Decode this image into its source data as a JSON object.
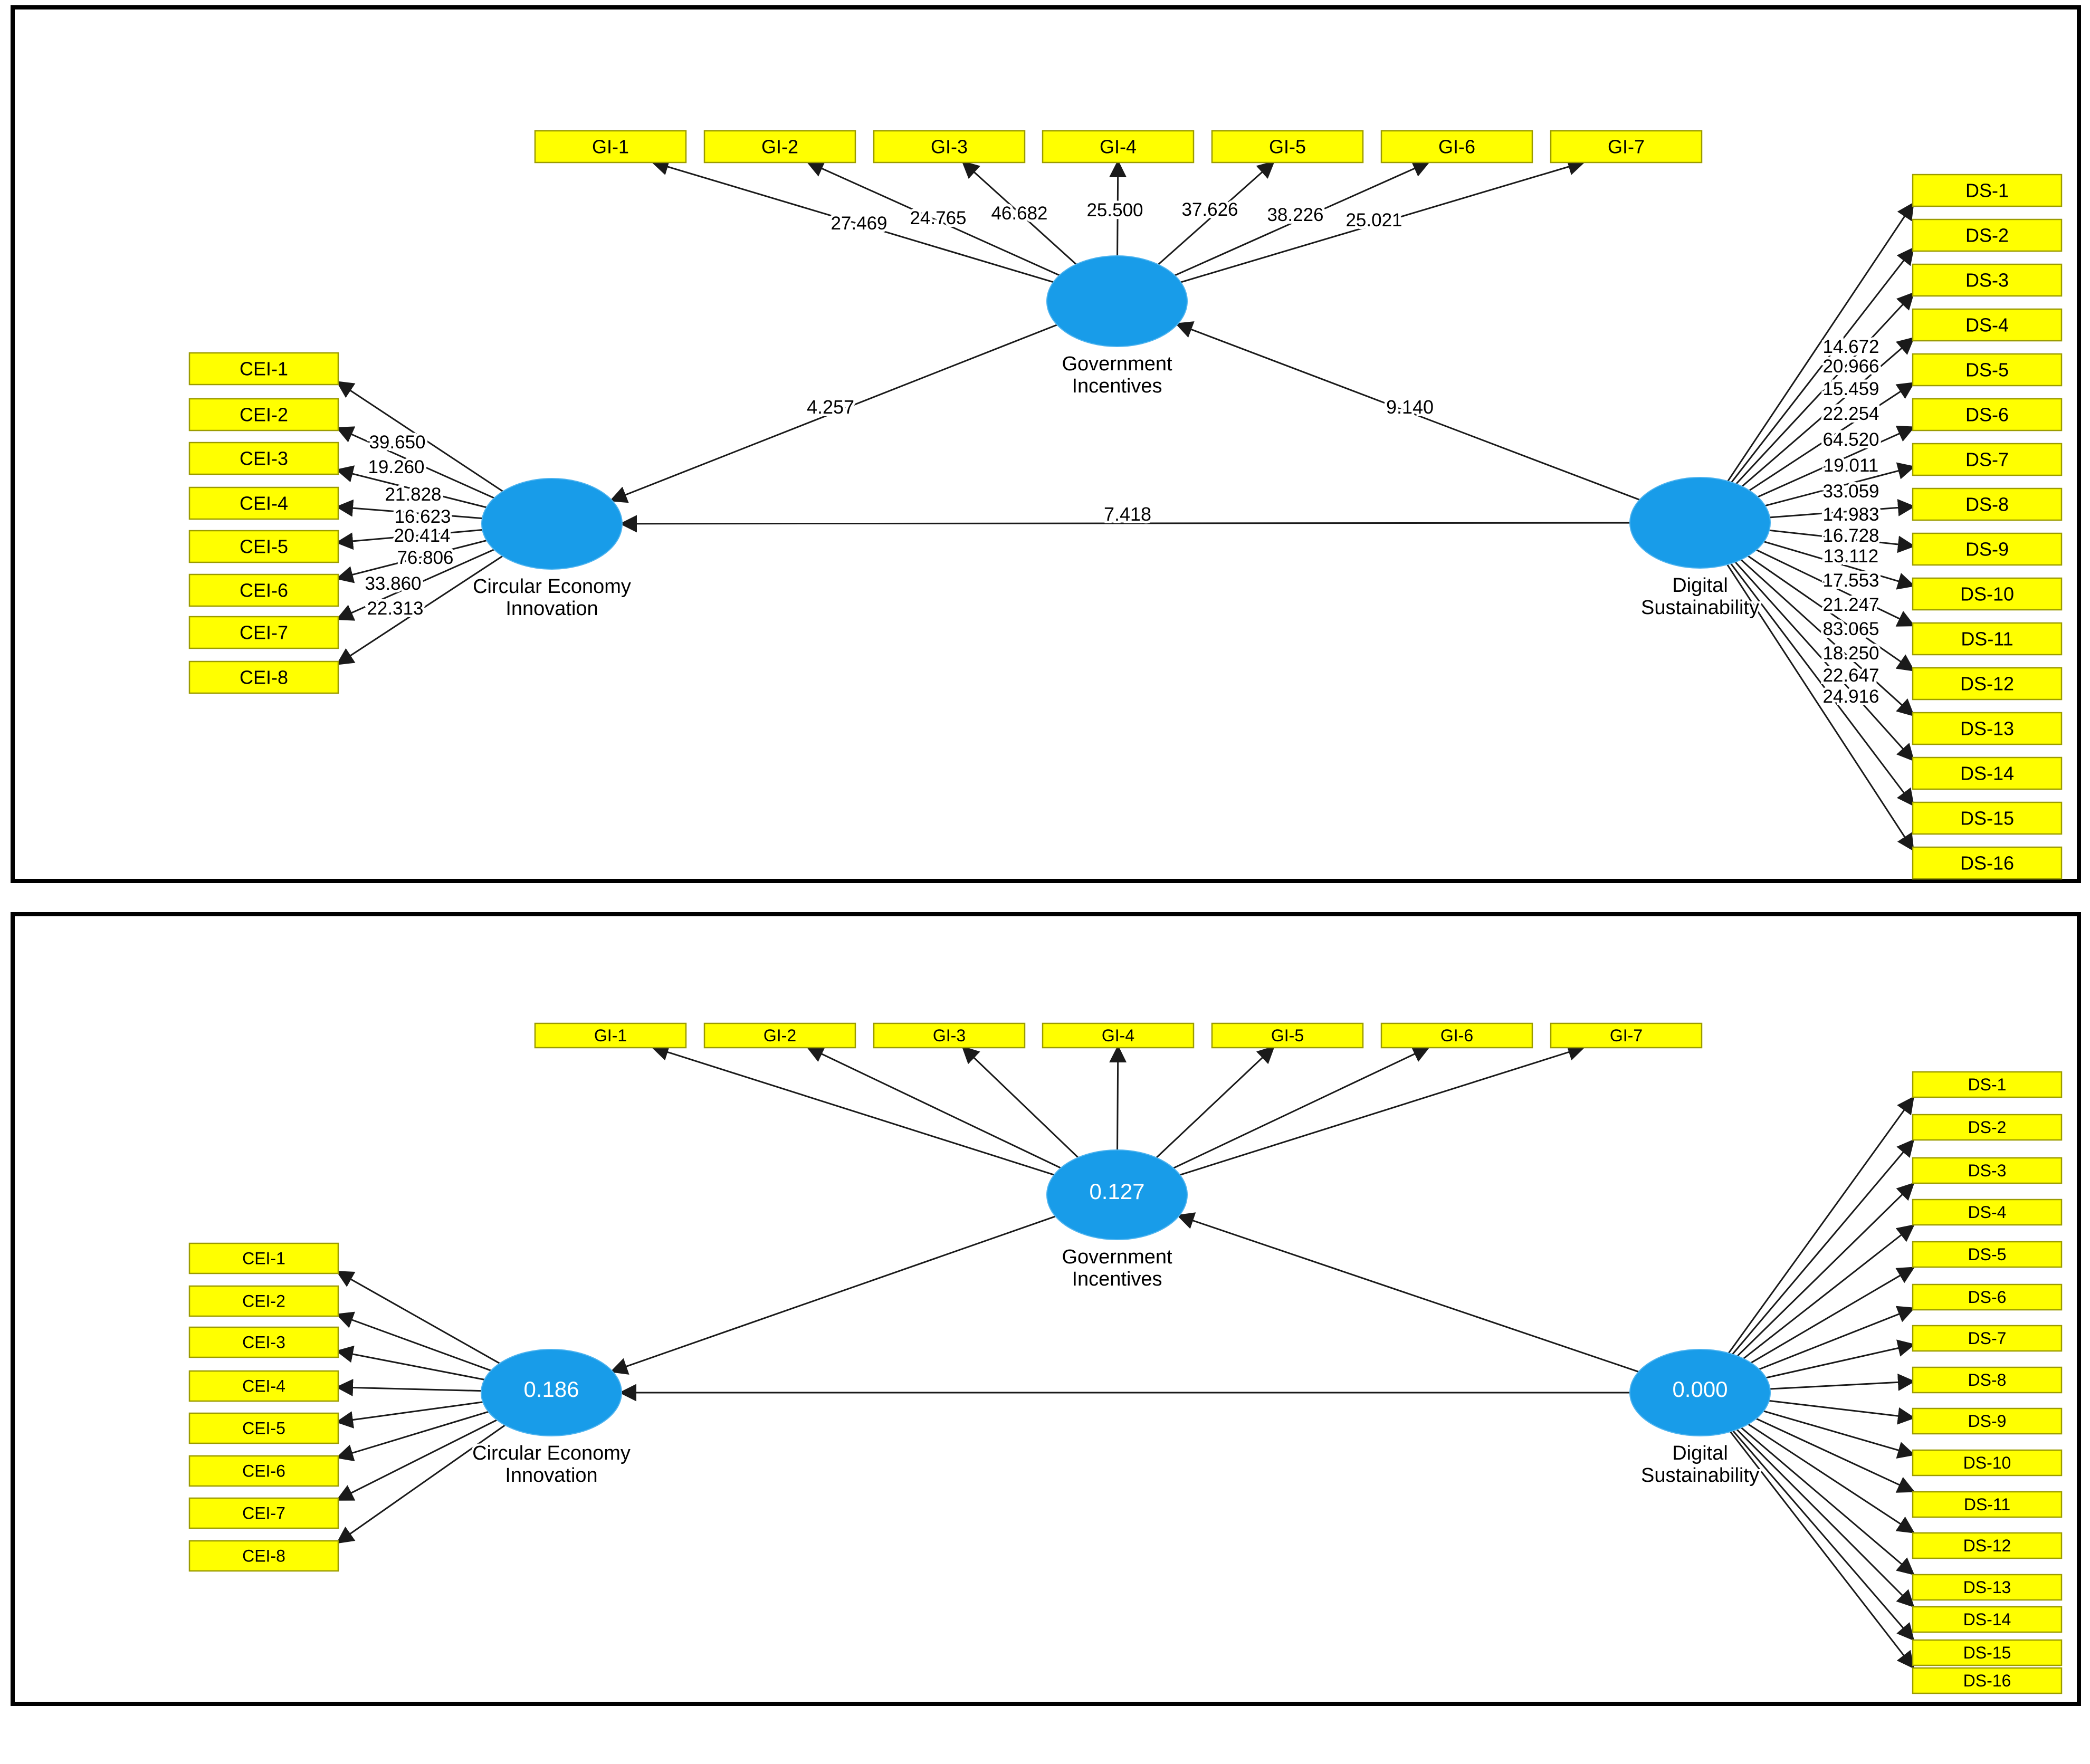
{
  "colors": {
    "indicator_fill": "#ffff00",
    "indicator_border": "#9b9b00",
    "construct_fill": "#189ce9",
    "arrow": "#1a1a1a",
    "panel_border": "#000000",
    "ellipse_value_text": "#ffffff"
  },
  "panel1": {
    "description": "bootstrapping-t-values-model",
    "constructs": {
      "gi": {
        "label": [
          "Government",
          "Incentives"
        ],
        "ellipse_value": ""
      },
      "cei": {
        "label": [
          "Circular Economy",
          "Innovation"
        ],
        "ellipse_value": ""
      },
      "ds": {
        "label": [
          "Digital",
          "Sustainability"
        ],
        "ellipse_value": ""
      }
    },
    "indicators": {
      "gi": [
        "GI-1",
        "GI-2",
        "GI-3",
        "GI-4",
        "GI-5",
        "GI-6",
        "GI-7"
      ],
      "cei": [
        "CEI-1",
        "CEI-2",
        "CEI-3",
        "CEI-4",
        "CEI-5",
        "CEI-6",
        "CEI-7",
        "CEI-8"
      ],
      "ds": [
        "DS-1",
        "DS-2",
        "DS-3",
        "DS-4",
        "DS-5",
        "DS-6",
        "DS-7",
        "DS-8",
        "DS-9",
        "DS-10",
        "DS-11",
        "DS-12",
        "DS-13",
        "DS-14",
        "DS-15",
        "DS-16"
      ]
    },
    "t_values": {
      "gi": [
        "27.469",
        "24.765",
        "46.682",
        "25.500",
        "37.626",
        "38.226",
        "25.021"
      ],
      "cei": [
        "39.650",
        "19.260",
        "21.828",
        "16.623",
        "20.414",
        "76.806",
        "33.860",
        "22.313"
      ],
      "ds": [
        "14.672",
        "20.966",
        "15.459",
        "22.254",
        "64.520",
        "19.011",
        "33.059",
        "14.983",
        "16.728",
        "13.112",
        "17.553",
        "21.247",
        "83.065",
        "18.250",
        "22.647",
        "24.916"
      ]
    },
    "path_values": {
      "gi_to_cei": "4.257",
      "ds_to_gi": "9.140",
      "ds_to_cei": "7.418"
    }
  },
  "panel2": {
    "description": "path-model-r-square",
    "constructs": {
      "gi": {
        "label": [
          "Government",
          "Incentives"
        ],
        "ellipse_value": "0.127"
      },
      "cei": {
        "label": [
          "Circular Economy",
          "Innovation"
        ],
        "ellipse_value": "0.186"
      },
      "ds": {
        "label": [
          "Digital",
          "Sustainability"
        ],
        "ellipse_value": "0.000"
      }
    },
    "indicators": {
      "gi": [
        "GI-1",
        "GI-2",
        "GI-3",
        "GI-4",
        "GI-5",
        "GI-6",
        "GI-7"
      ],
      "cei": [
        "CEI-1",
        "CEI-2",
        "CEI-3",
        "CEI-4",
        "CEI-5",
        "CEI-6",
        "CEI-7",
        "CEI-8"
      ],
      "ds": [
        "DS-1",
        "DS-2",
        "DS-3",
        "DS-4",
        "DS-5",
        "DS-6",
        "DS-7",
        "DS-8",
        "DS-9",
        "DS-10",
        "DS-11",
        "DS-12",
        "DS-13",
        "DS-14",
        "DS-15",
        "DS-16"
      ]
    }
  }
}
